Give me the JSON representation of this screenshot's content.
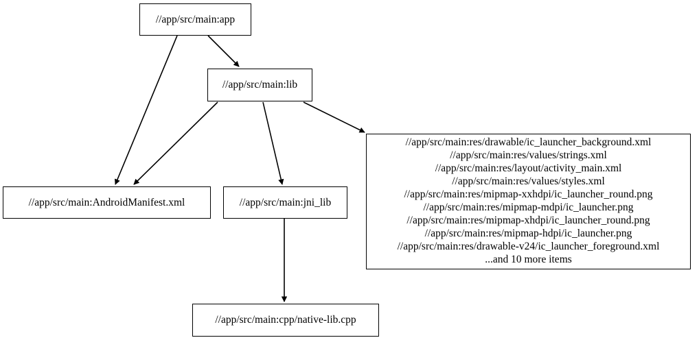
{
  "graph": {
    "type": "directed-dependency-graph",
    "nodes": [
      {
        "id": "app",
        "label": "//app/src/main:app"
      },
      {
        "id": "lib",
        "label": "//app/src/main:lib"
      },
      {
        "id": "manifest",
        "label": "//app/src/main:AndroidManifest.xml"
      },
      {
        "id": "jni_lib",
        "label": "//app/src/main:jni_lib"
      },
      {
        "id": "res_group",
        "label": "//app/src/main:res/drawable/ic_launcher_background.xml\n//app/src/main:res/values/strings.xml\n//app/src/main:res/layout/activity_main.xml\n//app/src/main:res/values/styles.xml\n//app/src/main:res/mipmap-xxhdpi/ic_launcher_round.png\n//app/src/main:res/mipmap-mdpi/ic_launcher.png\n//app/src/main:res/mipmap-xhdpi/ic_launcher_round.png\n//app/src/main:res/mipmap-hdpi/ic_launcher.png\n//app/src/main:res/drawable-v24/ic_launcher_foreground.xml\n...and 10 more items",
        "lines": [
          "//app/src/main:res/drawable/ic_launcher_background.xml",
          "//app/src/main:res/values/strings.xml",
          "//app/src/main:res/layout/activity_main.xml",
          "//app/src/main:res/values/styles.xml",
          "//app/src/main:res/mipmap-xxhdpi/ic_launcher_round.png",
          "//app/src/main:res/mipmap-mdpi/ic_launcher.png",
          "//app/src/main:res/mipmap-xhdpi/ic_launcher_round.png",
          "//app/src/main:res/mipmap-hdpi/ic_launcher.png",
          "//app/src/main:res/drawable-v24/ic_launcher_foreground.xml",
          "...and 10 more items"
        ]
      },
      {
        "id": "native_lib",
        "label": "//app/src/main:cpp/native-lib.cpp"
      }
    ],
    "edges": [
      {
        "from": "app",
        "to": "lib"
      },
      {
        "from": "app",
        "to": "manifest"
      },
      {
        "from": "lib",
        "to": "manifest"
      },
      {
        "from": "lib",
        "to": "jni_lib"
      },
      {
        "from": "lib",
        "to": "res_group"
      },
      {
        "from": "jni_lib",
        "to": "native_lib"
      }
    ],
    "colors": {
      "background": "#ffffff",
      "node_border": "#000000",
      "node_fill": "#ffffff",
      "edge": "#000000",
      "text": "#000000"
    }
  }
}
